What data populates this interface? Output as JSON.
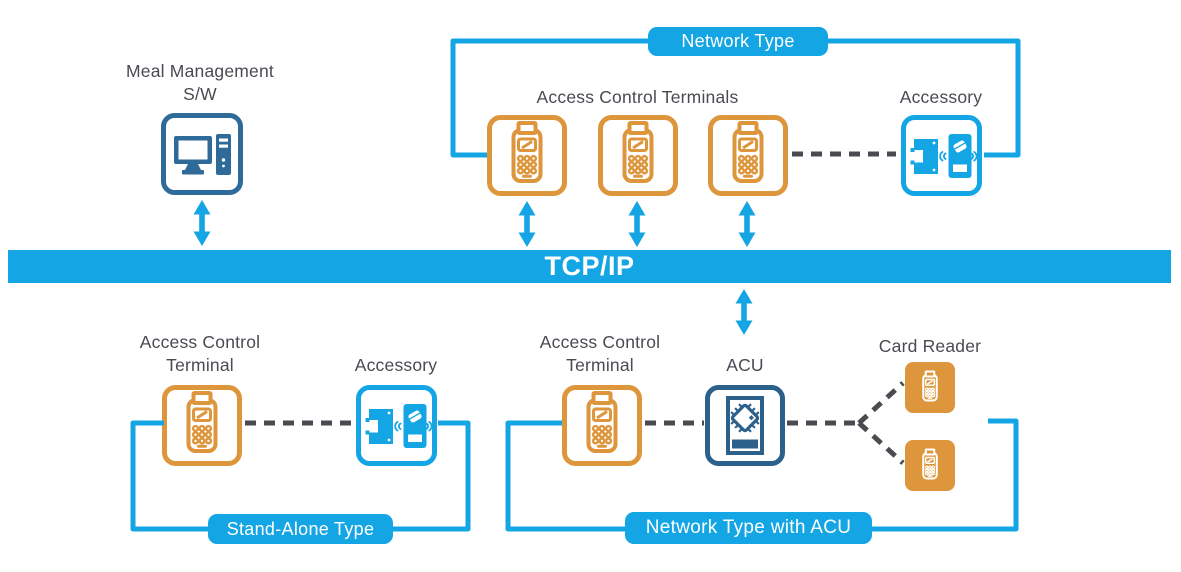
{
  "title": "Access Control Network Types Diagram",
  "colors": {
    "cyan": "#14a5e4",
    "orange": "#dd963c",
    "steel_blue": "#2e6b99",
    "acu_blue": "#2c618c",
    "text_gray": "#4b4a52",
    "dash_gray": "#4a4a50"
  },
  "backbone": {
    "label": "TCP/IP"
  },
  "meal_management": {
    "label": "Meal Management\nS/W"
  },
  "network_type": {
    "badge": "Network Type",
    "terminals_label": "Access Control Terminals",
    "accessory_label": "Accessory",
    "terminal_count": 3
  },
  "stand_alone": {
    "badge": "Stand-Alone Type",
    "terminal_label": "Access Control\nTerminal",
    "accessory_label": "Accessory"
  },
  "network_acu": {
    "badge": "Network Type with ACU",
    "terminal_label": "Access Control\nTerminal",
    "acu_label": "ACU",
    "card_reader_label": "Card Reader",
    "card_reader_count": 2
  },
  "icons": {
    "computer": "desktop-computer-icon",
    "terminal": "access-terminal-icon",
    "accessory": "wireless-accessory-icon",
    "acu": "acu-chip-icon",
    "card_reader": "card-reader-icon",
    "arrow": "double-arrow-icon"
  }
}
